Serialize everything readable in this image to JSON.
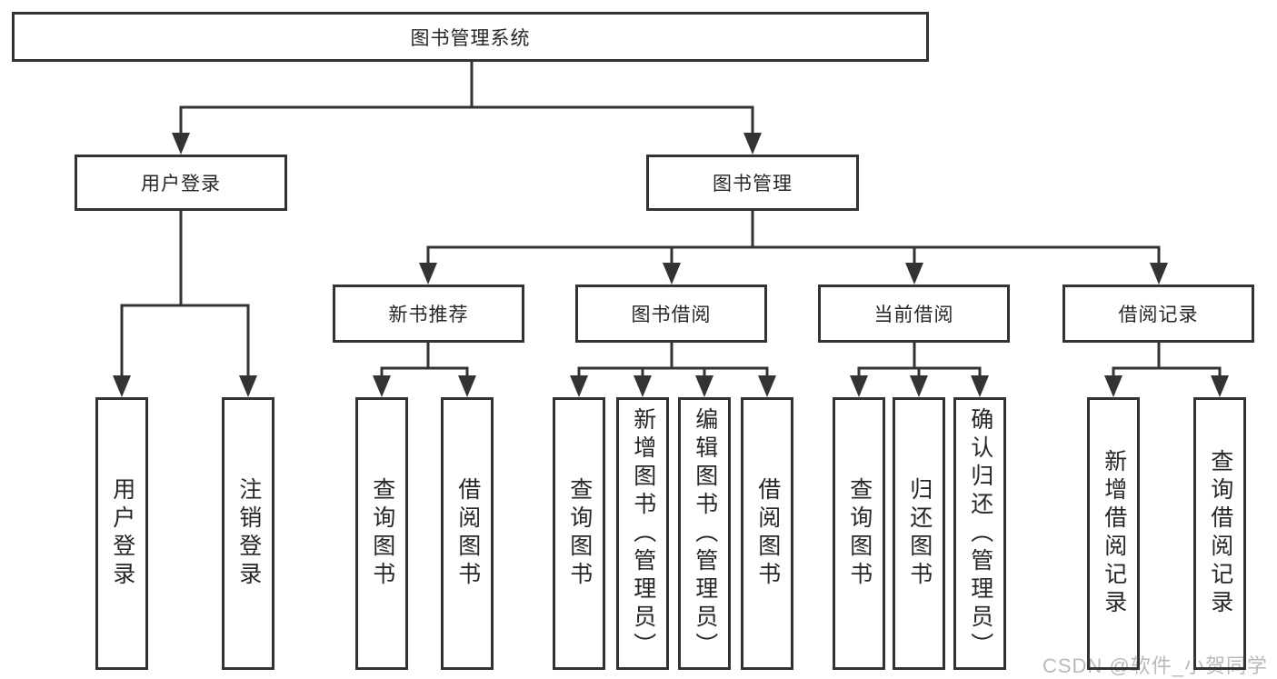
{
  "tree": {
    "root": "图书管理系统",
    "children": [
      {
        "label": "用户登录",
        "children": [
          "用户登录",
          "注销登录"
        ]
      },
      {
        "label": "图书管理",
        "children": [
          {
            "label": "新书推荐",
            "children": [
              "查询图书",
              "借阅图书"
            ]
          },
          {
            "label": "图书借阅",
            "children": [
              "查询图书",
              "新增图书（管理员）",
              "编辑图书（管理员）",
              "借阅图书"
            ]
          },
          {
            "label": "当前借阅",
            "children": [
              "查询图书",
              "归还图书",
              "确认归还（管理员）"
            ]
          },
          {
            "label": "借阅记录",
            "children": [
              "新增借阅记录",
              "查询借阅记录"
            ]
          }
        ]
      }
    ]
  },
  "watermark": {
    "text": "CSDN @软件_小贺同学"
  },
  "colors": {
    "line": "#333333",
    "box_border": "#333333",
    "text": "#262626",
    "background": "#ffffff",
    "watermark": "#b9b9b9"
  }
}
